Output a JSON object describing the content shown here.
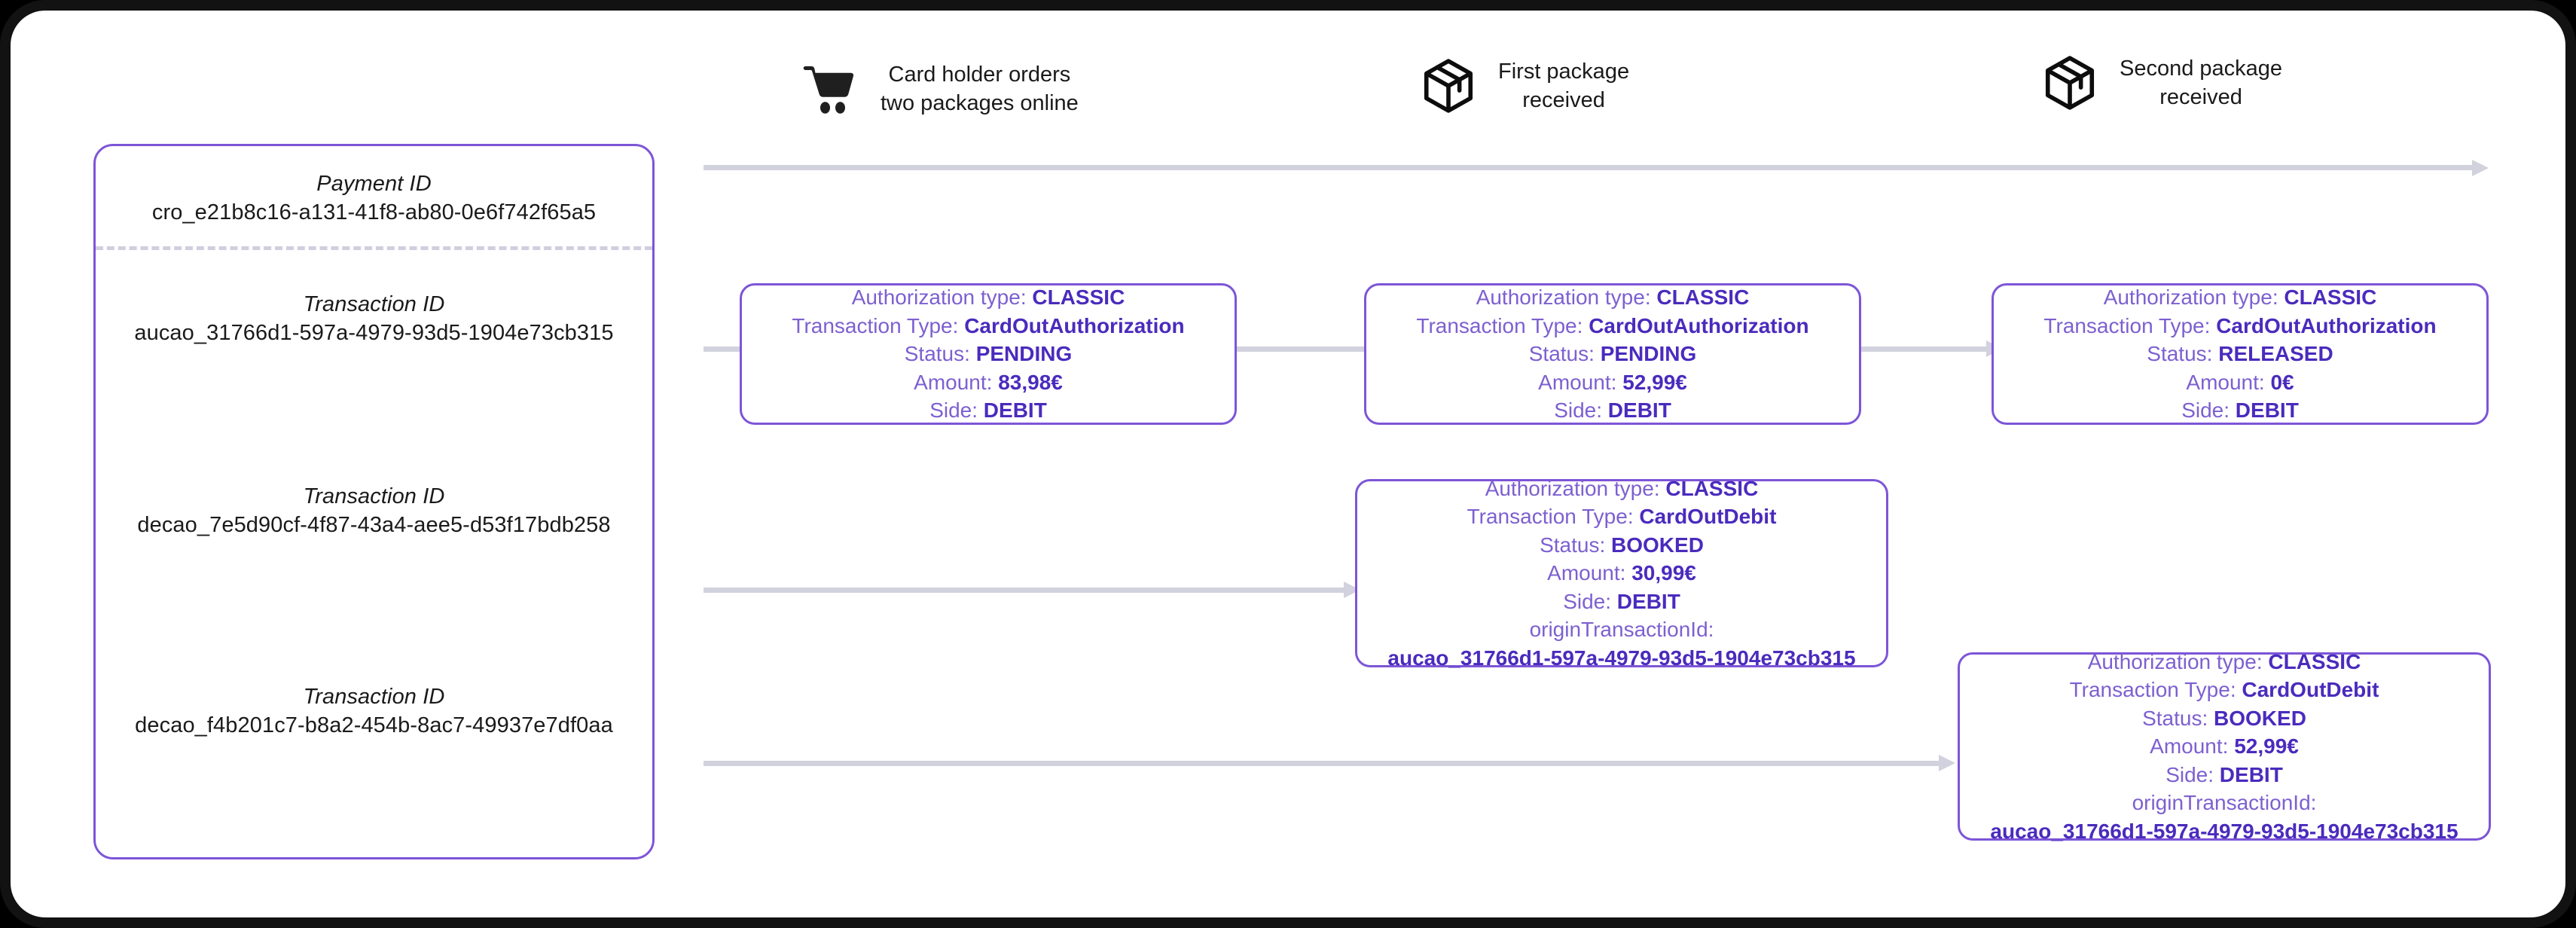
{
  "panel": {
    "payment": {
      "label": "Payment ID",
      "value": "cro_e21b8c16-a131-41f8-ab80-0e6f742f65a5"
    },
    "transactions": [
      {
        "label": "Transaction ID",
        "value": "aucao_31766d1-597a-4979-93d5-1904e73cb315"
      },
      {
        "label": "Transaction ID",
        "value": "decao_7e5d90cf-4f87-43a4-aee5-d53f17bdb258"
      },
      {
        "label": "Transaction ID",
        "value": "decao_f4b201c7-b8a2-454b-8ac7-49937e7df0aa"
      }
    ]
  },
  "timeline": {
    "milestones": [
      {
        "icon": "shopping-cart-icon",
        "label": "Card holder orders\ntwo packages online"
      },
      {
        "icon": "package-box-icon",
        "label": "First package\nreceived"
      },
      {
        "icon": "package-box-icon",
        "label": "Second package\nreceived"
      }
    ]
  },
  "cards": [
    {
      "id": "auth-pending-83",
      "fields": [
        {
          "key": "Authorization type:",
          "value": "CLASSIC"
        },
        {
          "key": "Transaction Type:",
          "value": "CardOutAuthorization"
        },
        {
          "key": "Status:",
          "value": "PENDING"
        },
        {
          "key": "Amount:",
          "value": "83,98€"
        },
        {
          "key": "Side:",
          "value": "DEBIT"
        }
      ],
      "origin_label": "",
      "origin_value": ""
    },
    {
      "id": "auth-pending-52",
      "fields": [
        {
          "key": "Authorization type:",
          "value": "CLASSIC"
        },
        {
          "key": "Transaction Type:",
          "value": "CardOutAuthorization"
        },
        {
          "key": "Status:",
          "value": "PENDING"
        },
        {
          "key": "Amount:",
          "value": "52,99€"
        },
        {
          "key": "Side:",
          "value": "DEBIT"
        }
      ],
      "origin_label": "",
      "origin_value": ""
    },
    {
      "id": "auth-released-0",
      "fields": [
        {
          "key": "Authorization type:",
          "value": "CLASSIC"
        },
        {
          "key": "Transaction Type:",
          "value": "CardOutAuthorization"
        },
        {
          "key": "Status:",
          "value": "RELEASED"
        },
        {
          "key": "Amount:",
          "value": "0€"
        },
        {
          "key": "Side:",
          "value": "DEBIT"
        }
      ],
      "origin_label": "",
      "origin_value": ""
    },
    {
      "id": "debit-booked-30",
      "fields": [
        {
          "key": "Authorization type:",
          "value": "CLASSIC"
        },
        {
          "key": "Transaction Type:",
          "value": "CardOutDebit"
        },
        {
          "key": "Status:",
          "value": "BOOKED"
        },
        {
          "key": "Amount:",
          "value": "30,99€"
        },
        {
          "key": "Side:",
          "value": "DEBIT"
        }
      ],
      "origin_label": "originTransactionId:",
      "origin_value": "aucao_31766d1-597a-4979-93d5-1904e73cb315"
    },
    {
      "id": "debit-booked-52",
      "fields": [
        {
          "key": "Authorization type:",
          "value": "CLASSIC"
        },
        {
          "key": "Transaction Type:",
          "value": "CardOutDebit"
        },
        {
          "key": "Status:",
          "value": "BOOKED"
        },
        {
          "key": "Amount:",
          "value": "52,99€"
        },
        {
          "key": "Side:",
          "value": "DEBIT"
        }
      ],
      "origin_label": "originTransactionId:",
      "origin_value": "aucao_31766d1-597a-4979-93d5-1904e73cb315"
    }
  ],
  "colors": {
    "accent_border": "#7d55d7",
    "text_light_purple": "#7d60d0",
    "text_bold_purple": "#4a2bbd",
    "connector": "#d2d2de",
    "divider": "#cfcfdf",
    "frame": "#121212"
  }
}
